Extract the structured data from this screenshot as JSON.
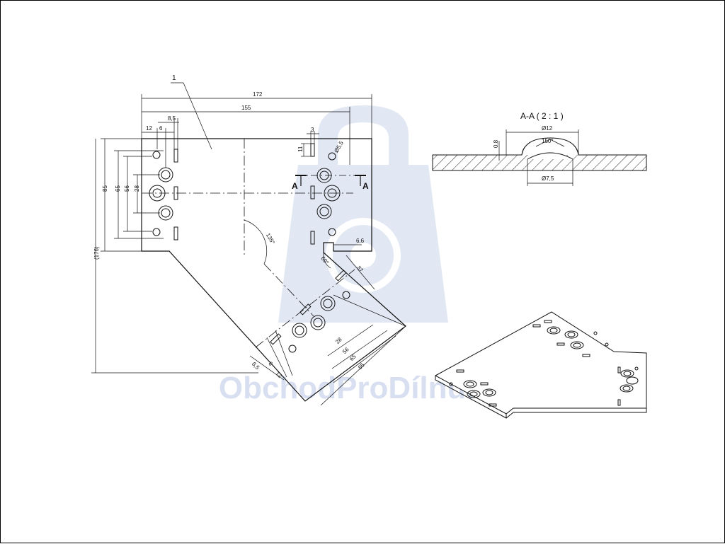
{
  "colors": {
    "line": "#111111",
    "watermark": "#d7dff0",
    "hatch": "#222222",
    "background": "#ffffff"
  },
  "drawing": {
    "part_label": "1",
    "dims": {
      "overall_width": "172",
      "inner_width": "155",
      "d_12": "12",
      "d_6": "6",
      "d_8_5": "8,5",
      "d_3": "3",
      "d_11": "11",
      "hole_dia": "Ø5,5",
      "height_85": "85",
      "height_65": "65",
      "height_56": "56",
      "height_28": "28",
      "total_176": "(176)",
      "d_6_6": "6,6",
      "angle_135": "135°",
      "angle_60": "60°",
      "d_37": "37",
      "diag_28": "28",
      "diag_56": "56",
      "diag_65": "65",
      "diag_85": "85",
      "diag_8_5": "8,5",
      "diag_6": "6",
      "diag_12": "12"
    },
    "section_mark_left": "A",
    "section_mark_right": "A"
  },
  "section_view": {
    "title": "A-A ( 2 : 1 )",
    "dia_top": "Ø12",
    "angle": "150°",
    "depth": "0,8",
    "dia_bottom": "Ø7,5"
  },
  "watermark": {
    "text": "ObchodProDílnu.cz"
  }
}
